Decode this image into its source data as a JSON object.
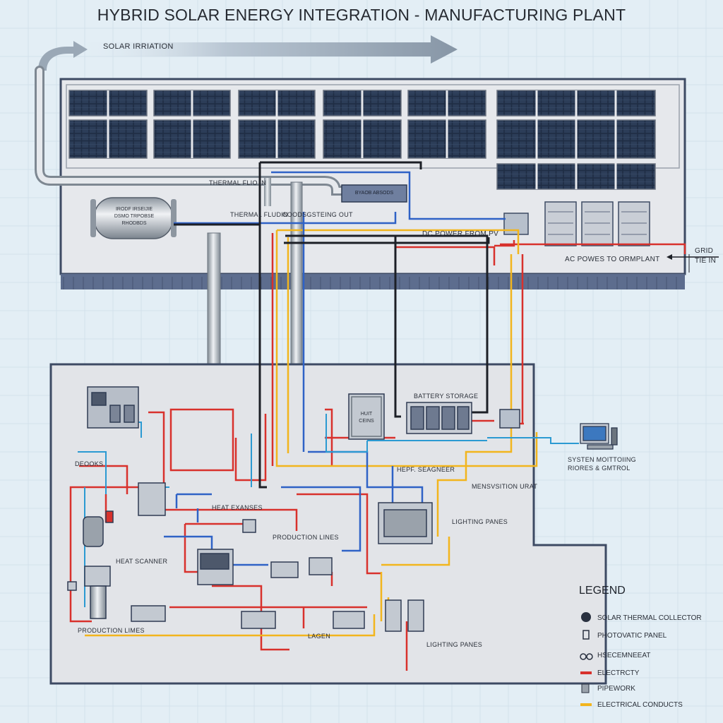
{
  "title": "HYBRID SOLAR ENERGY INTEGRATION - MANUFACTURING PLANT",
  "labels": {
    "solar_irriation": "SOLAR IRRIATION",
    "thermal_flo_in": "THERMAL FLIO IN",
    "thermal_fluid": "THERMAL FLUDIN",
    "coolant_out": "COODSGSTEING OUT",
    "dc_power": "DC POWER FROM PV",
    "ac_power": "AC POWES TO ORMPLANT",
    "grid": "GRID",
    "tie_in": "TIE IN",
    "battery_storage": "BATTERY STORAGE",
    "heat_exchanger_top": "HEPF. SEAGNEER",
    "system_monitoring_1": "SYSTEN MOITTOIING",
    "system_monitoring_2": "RIORES & GMTROL",
    "mensvsition_urat": "MENSVSITION URAT",
    "lighting_panes_1": "LIGHTING PANES",
    "lighting_panes_2": "LIGHTING PANES",
    "heat_exanses": "HEAT EXANSES",
    "production_lines_1": "PRODUCTION LINES",
    "production_lines_2": "PRODUCTION LIMES",
    "heat_scanner": "HEAT SCANNER",
    "decoks": "DEOOKS",
    "lagen": "LAGEN"
  },
  "boxes": {
    "tank_1": "IRODF IRSEIJIE",
    "tank_2": "DSMO TRPOBSE",
    "tank_3": "RHODBDS",
    "header_box": "BYAOB ABSODS",
    "heat_box_1": "HUIT",
    "heat_box_2": "CEINS"
  },
  "legend": {
    "title": "LEGEND",
    "items": [
      {
        "label": "SOLAR THERMAL COLLECTOR",
        "icon": "solar-thermal-collector-icon",
        "color": "#2a3140"
      },
      {
        "label": "PHOTOVATIC PANEL",
        "icon": "photovoltaic-panel-icon",
        "color": "#2a3140"
      },
      {
        "label": "HSECEMNEEAT",
        "icon": "heat-exchanger-icon",
        "color": "#2a3140"
      },
      {
        "label": "ELECTRCTY",
        "icon": "electricity-line",
        "color": "#d8312c"
      },
      {
        "label": "PIPEWORK",
        "icon": "pipework-icon",
        "color": "#9aa2ab"
      },
      {
        "label": "ELECTRICAL CONDUCTS",
        "icon": "electrical-conduct-line",
        "color": "#f2b51d"
      }
    ]
  },
  "colors": {
    "electricity": "#d8312c",
    "conduct": "#f2b51d",
    "control": "#2f62c6",
    "dc_line": "#1c1f26",
    "data_line": "#2b9ad2",
    "pipe": "#b9c0c7",
    "roof": "#e6e8ec",
    "panel": "#1f2d44",
    "floor": "#e2e4e8"
  }
}
